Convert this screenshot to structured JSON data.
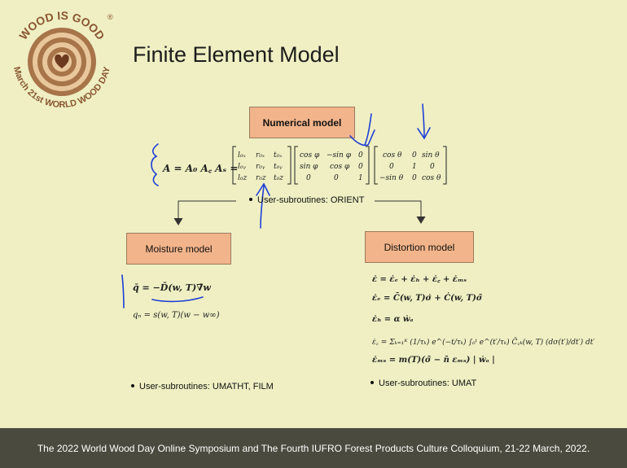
{
  "logo": {
    "top_text": "WOOD IS GOOD",
    "bottom_text": "March 21st WORLD WOOD DAY",
    "registered": "®",
    "icon": "heart-icon",
    "colors": {
      "ring_dark": "#a8744a",
      "ring_light": "#e9c79c",
      "heart": "#6b3a1f",
      "text": "#8a5632"
    }
  },
  "slide": {
    "title": "Finite Element Model"
  },
  "boxes": {
    "numerical": "Numerical model",
    "moisture": "Moisture model",
    "distortion": "Distortion model"
  },
  "equations": {
    "orientation": "A = A₀ A꜀ Aₛ =",
    "moisture_flux": "q̄ = −D̄(w, T)∇̄w",
    "moisture_bc": "qₙ = s(w, T)(w − w∞)",
    "strain_total": "ε̇ = ε̇ₑ + ε̇ₕ + ε̇꜀ + ε̇ₘₛ",
    "strain_elastic": "ε̇ₑ = C̄(w, T)σ̇ + Ċ(w, T)σ̄",
    "strain_hygro": "ε̇ₕ = α ẇₐ",
    "strain_creep": "ε̇꜀ = Σₖ₌₁ᴷ (1/τₖ) e^(−t/τₖ) ∫₀ᵗ e^(t′/τₖ) C̄꜀ₖ(w, T) (dσ(t′)/dt′) dt′",
    "strain_ms": "ε̇ₘₛ = m(T)(σ̄ − n̄ εₘₛ) | ẇₐ |"
  },
  "matrices": {
    "m1": [
      [
        "l₀ₓ",
        "r₀ₓ",
        "t₀ₓ"
      ],
      [
        "l₀ᵧ",
        "r₀ᵧ",
        "t₀ᵧ"
      ],
      [
        "l₀z",
        "r₀z",
        "t₀z"
      ]
    ],
    "m2": [
      [
        "cos φ",
        "−sin φ",
        "0"
      ],
      [
        "sin φ",
        "cos φ",
        "0"
      ],
      [
        "0",
        "0",
        "1"
      ]
    ],
    "m3": [
      [
        "cos θ",
        "0",
        "sin θ"
      ],
      [
        "0",
        "1",
        "0"
      ],
      [
        "−sin θ",
        "0",
        "cos θ"
      ]
    ]
  },
  "bullets": {
    "orient": "User-subroutines: ORIENT",
    "moisture": "User-subroutines: UMATHT, FILM",
    "distortion": "User-subroutines: UMAT"
  },
  "footer": "The 2022 World Wood Day Online Symposium and The Fourth IUFRO Forest Products Culture Colloquium, 21-22 March, 2022.",
  "colors": {
    "background": "#efefc3",
    "box_fill": "#f2b48a",
    "footer_bg": "#4a4a3e",
    "annotation_ink": "#1f3fd6"
  }
}
